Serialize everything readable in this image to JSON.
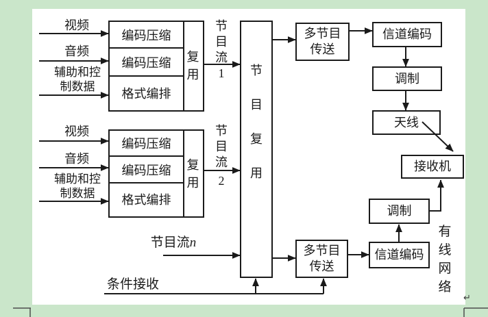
{
  "colors": {
    "background": "#cae6ca",
    "paper": "#ffffff",
    "ink": "#1a1a1a"
  },
  "figure": {
    "groups": [
      {
        "input_video": "视频",
        "input_audio": "音频",
        "input_aux": "辅助和控\n制数据",
        "encoder1": "编码压缩",
        "encoder2": "编码压缩",
        "formatter": "格式编排",
        "mux": "复\n用",
        "stream_label": "节\n目\n流",
        "stream_number": "1"
      },
      {
        "input_video": "视频",
        "input_audio": "音频",
        "input_aux": "辅助和控\n制数据",
        "encoder1": "编码压缩",
        "encoder2": "编码压缩",
        "formatter": "格式编排",
        "mux": "复\n用",
        "stream_label": "节\n目\n流",
        "stream_number": "2"
      }
    ],
    "stream_n": {
      "prefix": "节目流 ",
      "variable": "n"
    },
    "conditional_access": "条件接收",
    "central_mux": "节\n目\n复\n用",
    "broadcast_chain": {
      "multi_program": "多节目\n传送",
      "channel_coding": "信道编码",
      "modulation": "调制",
      "antenna": "天线"
    },
    "receiver": "接收机",
    "cable_chain": {
      "multi_program": "多节目\n传送",
      "channel_coding": "信道编码",
      "modulation": "调制",
      "network_label": "有\n线\n网\n络"
    },
    "paragraph_mark": "↵"
  }
}
